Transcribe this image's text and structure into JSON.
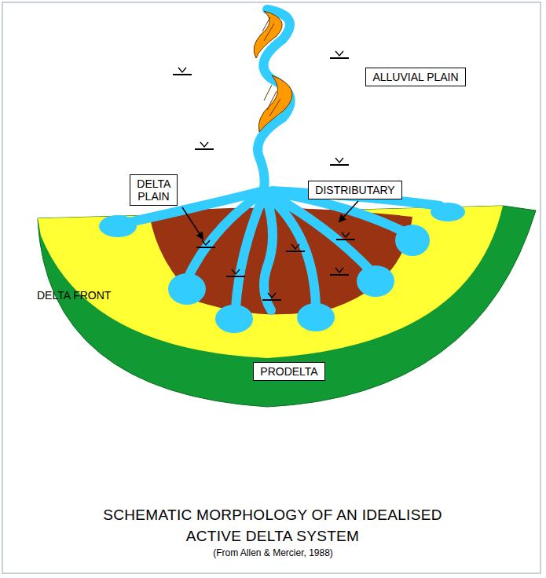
{
  "diagram": {
    "title": "SCHEMATIC MORPHOLOGY OF AN IDEALISED ACTIVE DELTA SYSTEM",
    "caption": "(From Allen & Mercier, 1988)",
    "nodes": [
      {
        "text": [
          "ALLUVIAL PLAIN"
        ]
      },
      {
        "text": [
          "DELTA PLAIN"
        ]
      },
      {
        "text": [
          "DISTRIBUTARY"
        ]
      },
      {
        "text": [
          "PRODELTA"
        ]
      }
    ],
    "labels": [
      "DELTA FRONT"
    ]
  }
}
